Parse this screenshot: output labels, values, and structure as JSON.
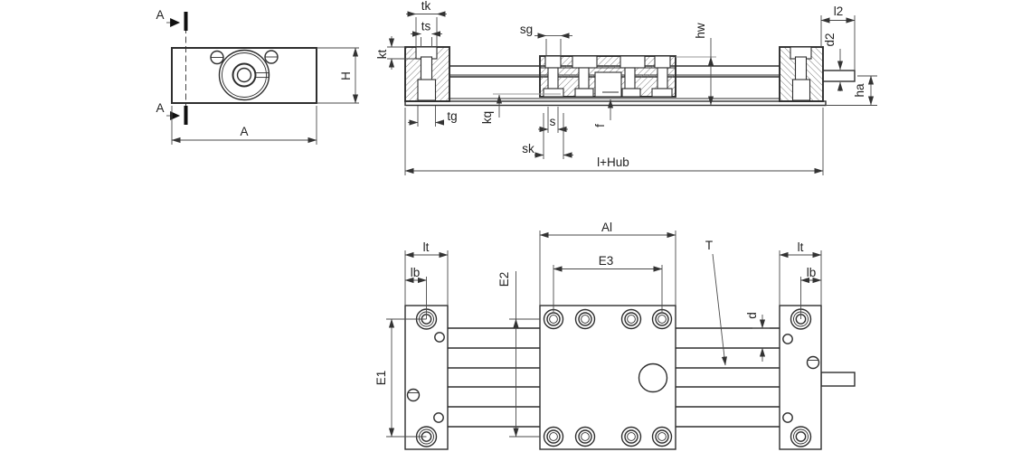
{
  "end_view": {
    "section_top": "A",
    "section_bottom": "A",
    "dim_width": "A",
    "dim_height": "H"
  },
  "side_view": {
    "dim_tk": "tk",
    "dim_ts": "ts",
    "dim_kt": "kt",
    "dim_tg": "tg",
    "dim_kq": "kq",
    "dim_sg": "sg",
    "dim_s": "s",
    "dim_sk": "sk",
    "dim_f": "f",
    "dim_hw": "hw",
    "dim_l2": "l2",
    "dim_d2": "d2",
    "dim_ha": "ha",
    "dim_total": "l+Hub"
  },
  "plan_view": {
    "dim_lt_left": "lt",
    "dim_lb_left": "lb",
    "dim_e1": "E1",
    "dim_e2": "E2",
    "dim_e3": "E3",
    "dim_al": "Al",
    "dim_t": "T",
    "dim_d": "d",
    "dim_lt_right": "lt",
    "dim_lb_right": "lb"
  },
  "colors": {
    "line": "#2e2e2e",
    "dim": "#4a4a4a",
    "background": "#ffffff"
  }
}
